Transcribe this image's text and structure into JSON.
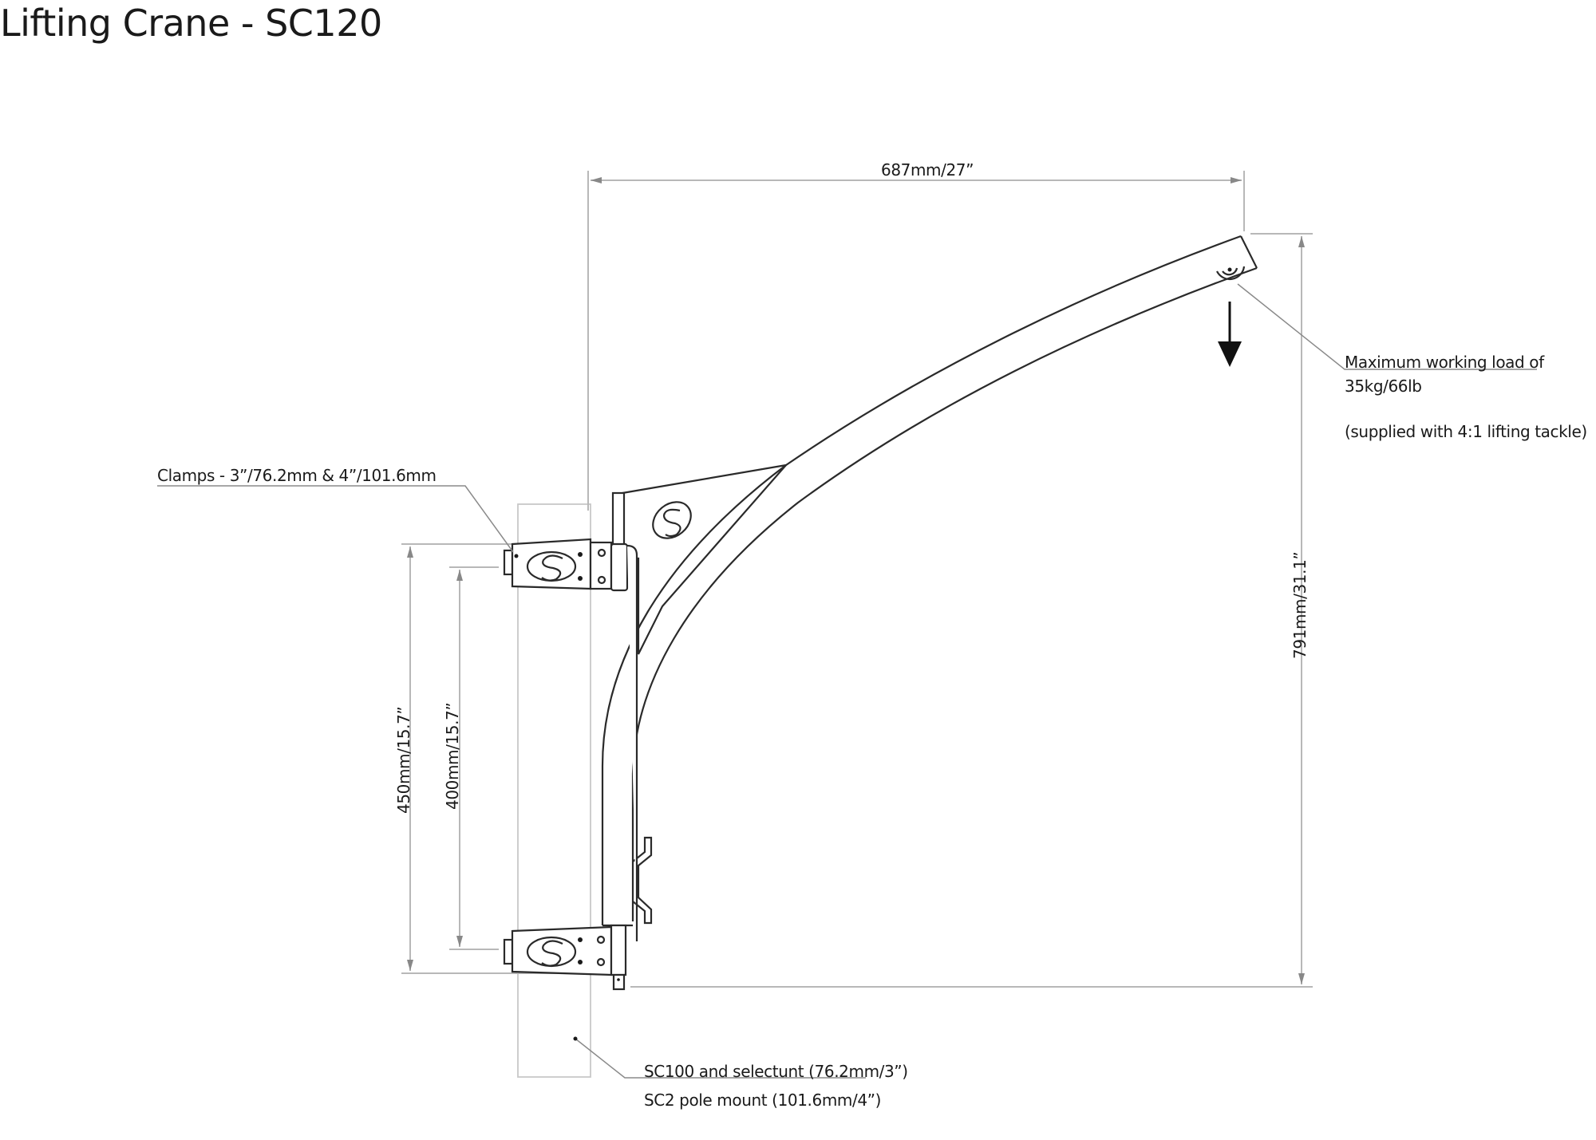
{
  "title": "Lifting Crane - SC120",
  "dimensions": {
    "width": "687mm/27”",
    "height_total": "791mm/31.1”",
    "clamp_outer": "450mm/15.7”",
    "clamp_inner": "400mm/15.7”"
  },
  "callouts": {
    "clamps": "Clamps - 3”/76.2mm & 4”/101.6mm",
    "load_line1": "Maximum working load of",
    "load_line2": "35kg/66lb",
    "load_note": "(supplied with 4:1 lifting tackle)",
    "mount_line1": "SC100 and selectunt (76.2mm/3”)",
    "mount_line2": "SC2 pole mount   (101.6mm/4”)"
  },
  "colors": {
    "line": "#2a2a2a",
    "dimension": "#b8b8b8",
    "text": "#1a1a1a"
  }
}
